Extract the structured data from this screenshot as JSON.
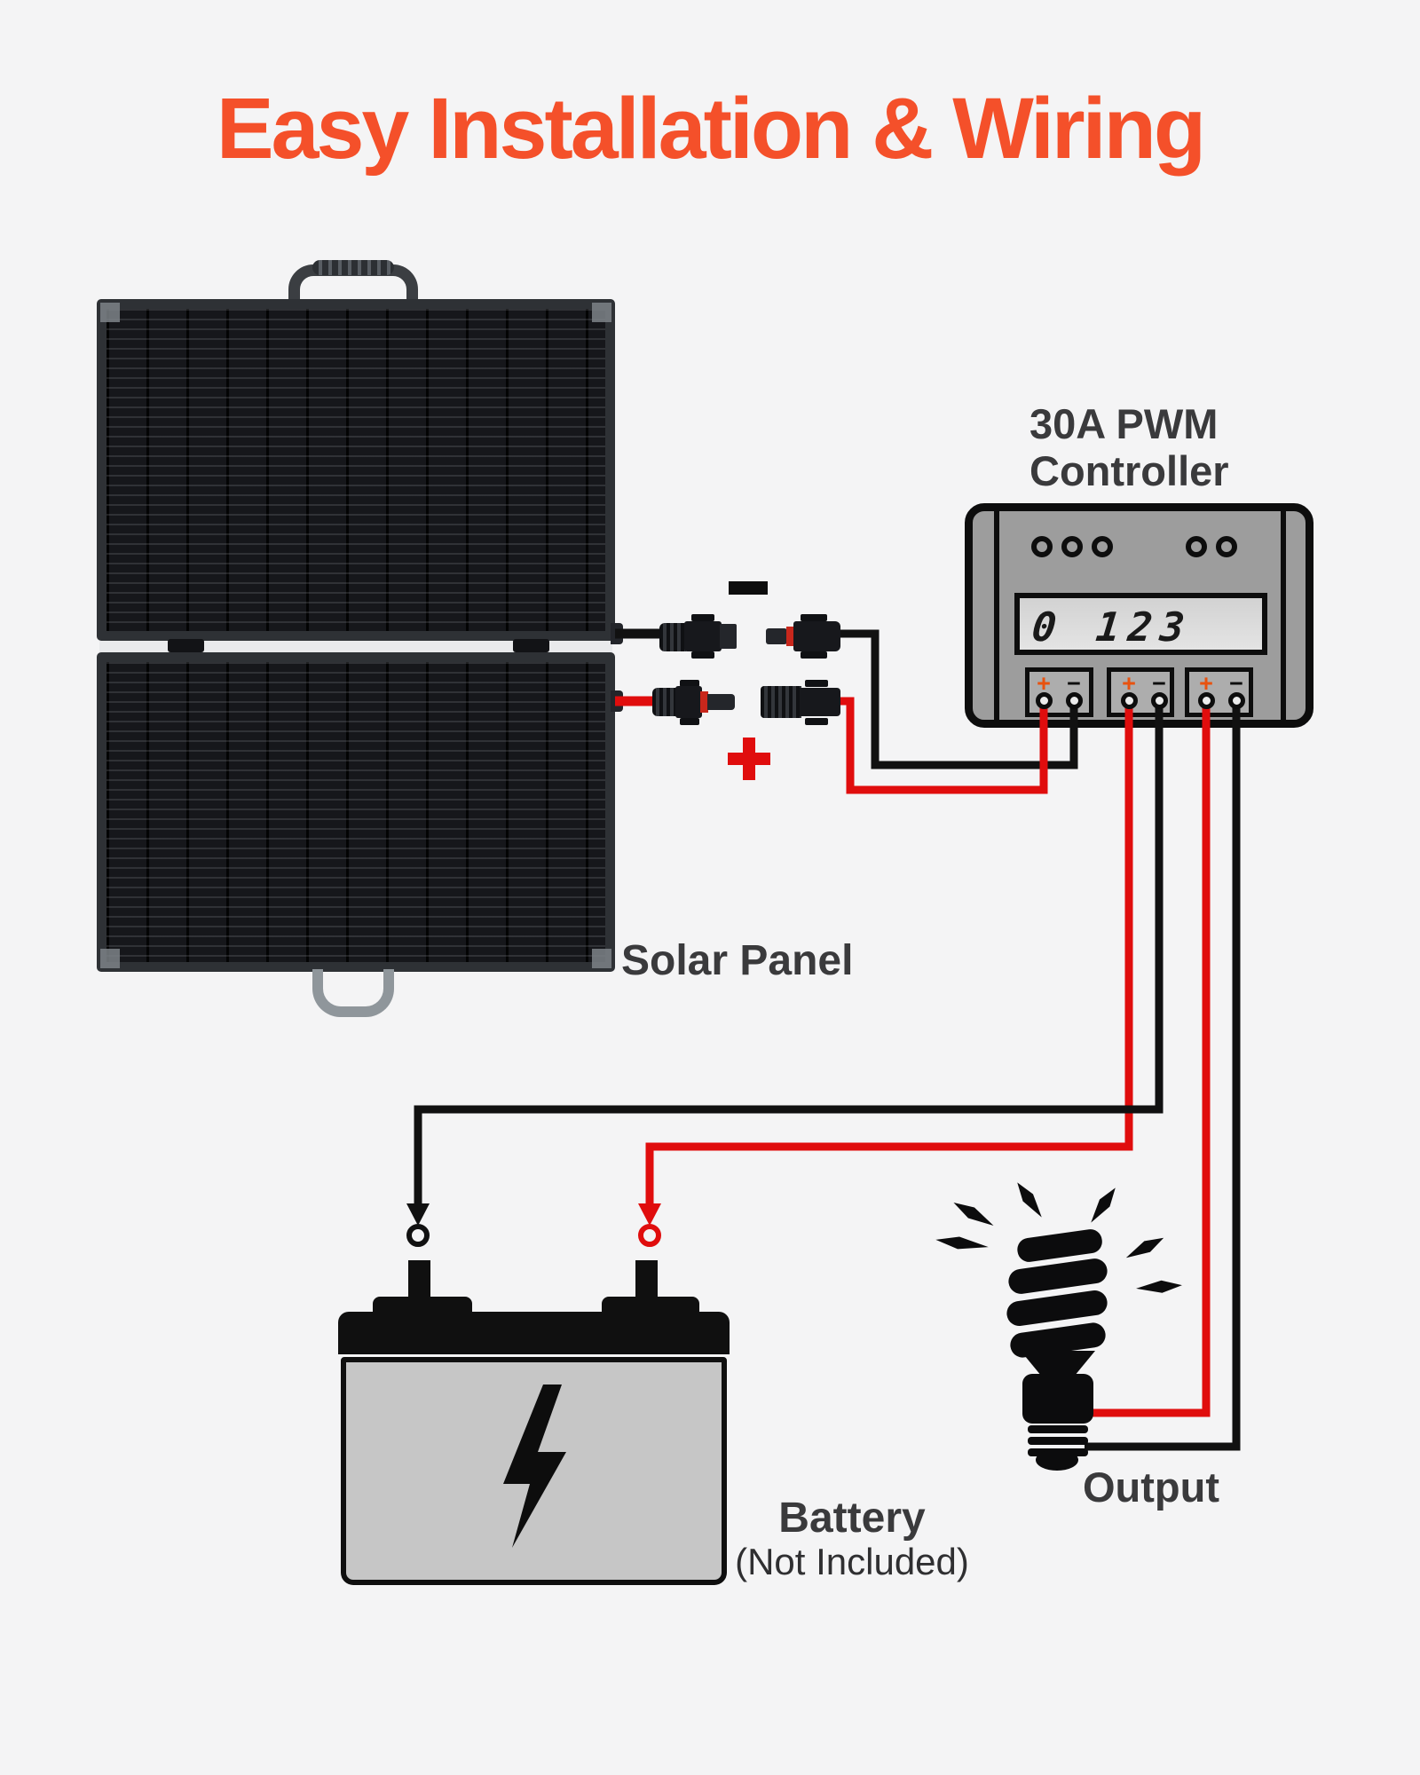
{
  "title": "Easy Installation & Wiring",
  "solar_panel": {
    "label": "Solar Panel"
  },
  "controller": {
    "label_line1": "30A PWM",
    "label_line2": "Controller",
    "lcd_text": "0 123",
    "terminals": [
      {
        "plus": "+",
        "minus": "−"
      },
      {
        "plus": "+",
        "minus": "−"
      },
      {
        "plus": "+",
        "minus": "−"
      }
    ]
  },
  "wiring_markers": {
    "negative": "−",
    "positive": "+"
  },
  "battery": {
    "label": "Battery",
    "note": "(Not Included)"
  },
  "output": {
    "label": "Output"
  },
  "colors": {
    "background": "#F4F4F5",
    "title_orange": "#F4502A",
    "wire_red": "#E00D0D",
    "wire_black": "#111111",
    "text_dark": "#3A3A3C",
    "panel_cells": "#16171B",
    "controller_body": "#9D9D9D",
    "terminal_block": "#ADADAD",
    "lcd": "#D9D9D9",
    "battery_body": "#C6C6C6",
    "plus_symbol": "#E8520F"
  }
}
